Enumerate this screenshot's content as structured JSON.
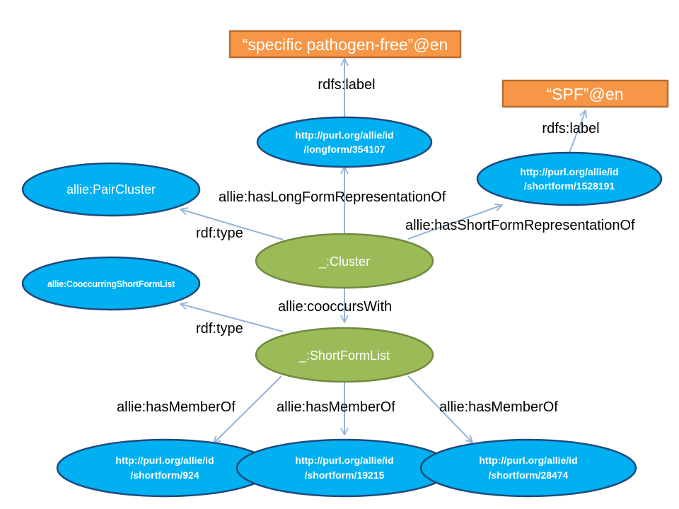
{
  "literals": {
    "longform_label": "“specific pathogen-free”@en",
    "shortform_label": "“SPF”@en"
  },
  "nodes": {
    "longform": [
      "http://purl.org/allie/id",
      "/longform/354107"
    ],
    "shortform_main": [
      "http://purl.org/allie/id",
      "/shortform/1528191"
    ],
    "pair_cluster": "allie:PairCluster",
    "cluster": "_:Cluster",
    "cooccurring_list_class": "allie:CooccurringShortFormList",
    "short_form_list": "_:ShortFormList",
    "member_1": [
      "http://purl.org/allie/id",
      "/shortform/924"
    ],
    "member_2": [
      "http://purl.org/allie/id",
      "/shortform/19215"
    ],
    "member_3": [
      "http://purl.org/allie/id",
      "/shortform/28474"
    ]
  },
  "edges": {
    "longform_rdfs_label": "rdfs:label",
    "shortform_rdfs_label": "rdfs:label",
    "has_long_form": "allie:hasLongFormRepresentationOf",
    "has_short_form": "allie:hasShortFormRepresentationOf",
    "cluster_rdf_type": "rdf:type",
    "cooccurs_with": "allie:cooccursWith",
    "list_rdf_type": "rdf:type",
    "has_member_1": "allie:hasMemberOf",
    "has_member_2": "allie:hasMemberOf",
    "has_member_3": "allie:hasMemberOf"
  },
  "colors": {
    "literal_fill": "#f79646",
    "uri_node_fill": "#00b0f0",
    "blank_node_fill": "#9bbb59",
    "edge": "#95b3d7"
  }
}
